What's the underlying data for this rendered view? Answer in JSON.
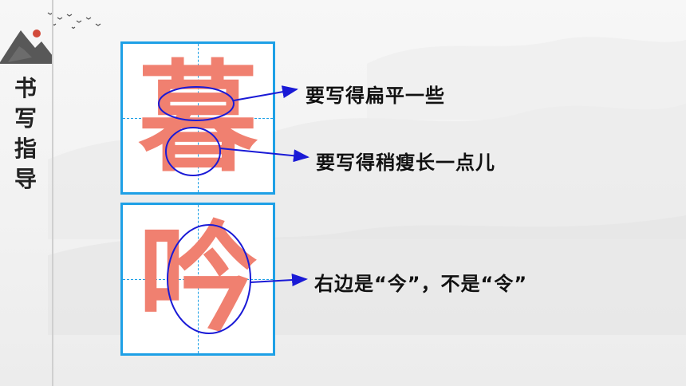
{
  "side_title": [
    "书",
    "写",
    "指",
    "导"
  ],
  "boxes": [
    {
      "char": "暮"
    },
    {
      "char": "吟"
    }
  ],
  "notes": [
    "要写得扁平一些",
    "要写得稍瘦长一点儿",
    "右边是“今”，不是“令”"
  ],
  "colors": {
    "grid_border": "#1ea0e6",
    "glyph": "#f08070",
    "annotation": "#1a1ad6"
  }
}
